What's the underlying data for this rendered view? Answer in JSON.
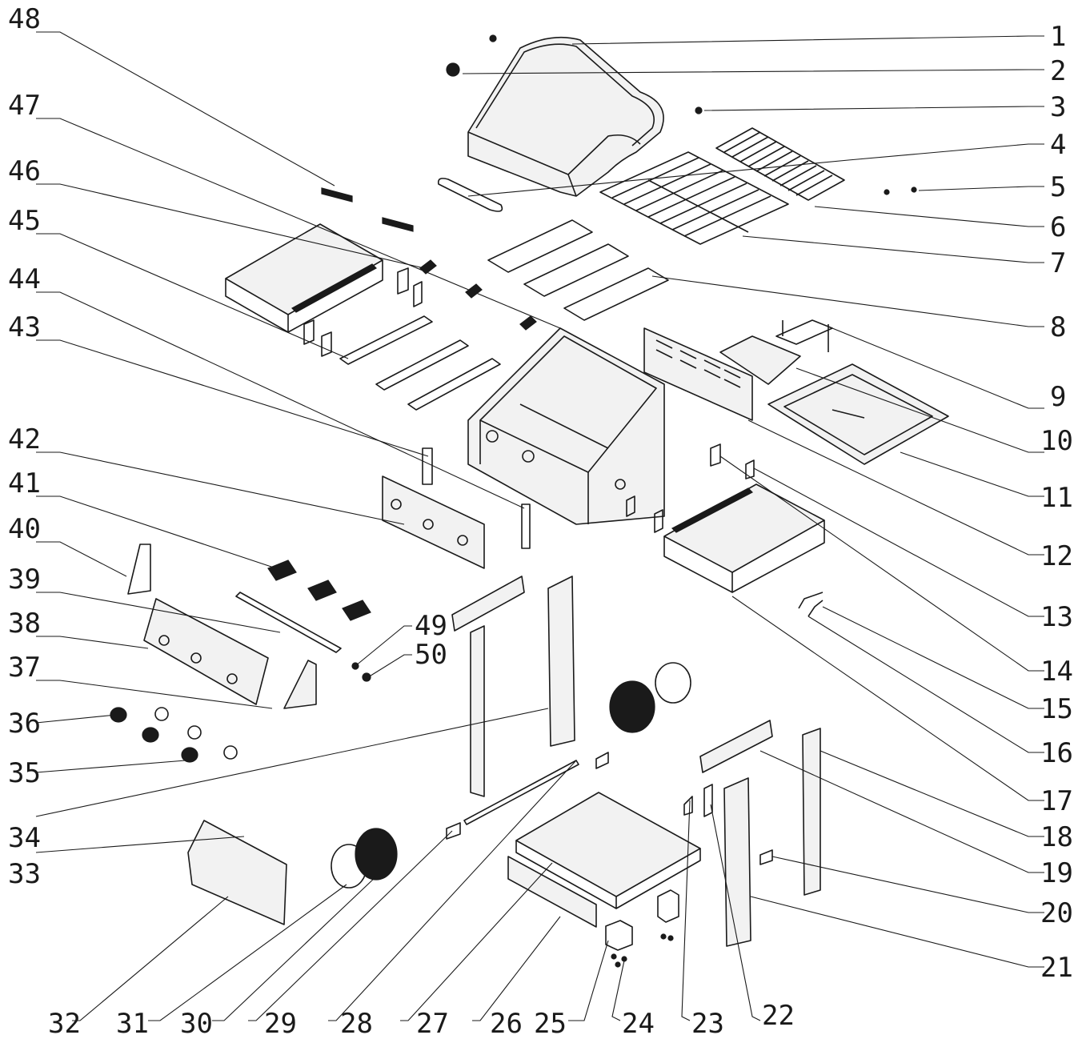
{
  "callouts": {
    "right": [
      "1",
      "2",
      "3",
      "4",
      "5",
      "6",
      "7",
      "8",
      "9",
      "10",
      "11",
      "12",
      "13",
      "14",
      "15",
      "16",
      "17",
      "18",
      "19",
      "20",
      "21"
    ],
    "bottom": [
      "22",
      "23",
      "24",
      "25",
      "26",
      "27",
      "28",
      "29",
      "30",
      "31",
      "32"
    ],
    "left": [
      "33",
      "34",
      "35",
      "36",
      "37",
      "38",
      "39",
      "40",
      "41",
      "42",
      "43",
      "44",
      "45",
      "46",
      "47",
      "48"
    ],
    "mid": [
      "49",
      "50"
    ]
  },
  "colors": {
    "line": "#1a1a1a",
    "background": "#ffffff"
  }
}
